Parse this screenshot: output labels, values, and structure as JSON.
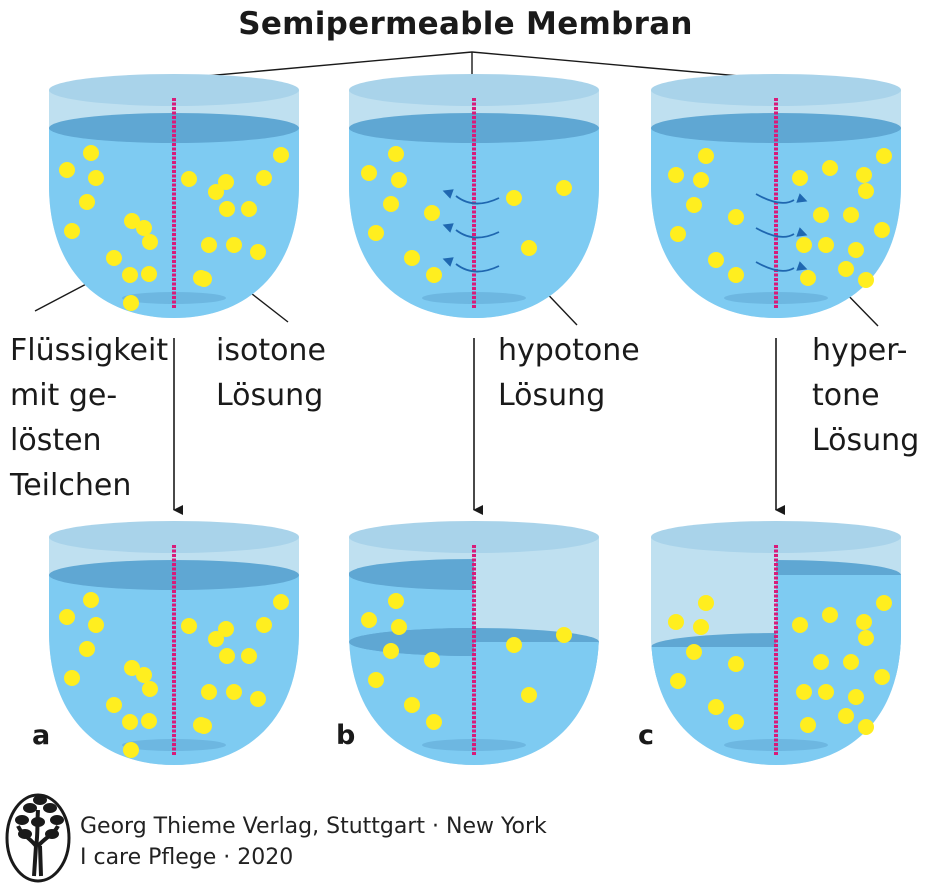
{
  "title": "Semipermeable Membran",
  "labels": {
    "fluid": "Flüssigkeit\nmit ge-\nlösten\nTeilchen",
    "isotonic": "isotone\nLösung",
    "hypotonic": "hypotone\nLösung",
    "hypertonic": "hyper-\ntone\nLösung"
  },
  "panel_letters": {
    "a": "a",
    "b": "b",
    "c": "c"
  },
  "publisher": {
    "line1": "Georg Thieme Verlag, Stuttgart · New York",
    "line2": "I care Pflege · 2020"
  },
  "colors": {
    "liquid": "#7ecbf2",
    "liquid_surface": "#5fa7d3",
    "empty": "#bfe0f0",
    "top_rim": "#a9d3ea",
    "membrane": "#d81b7a",
    "particle": "#ffee1f",
    "arrow": "#1f67b0"
  }
}
